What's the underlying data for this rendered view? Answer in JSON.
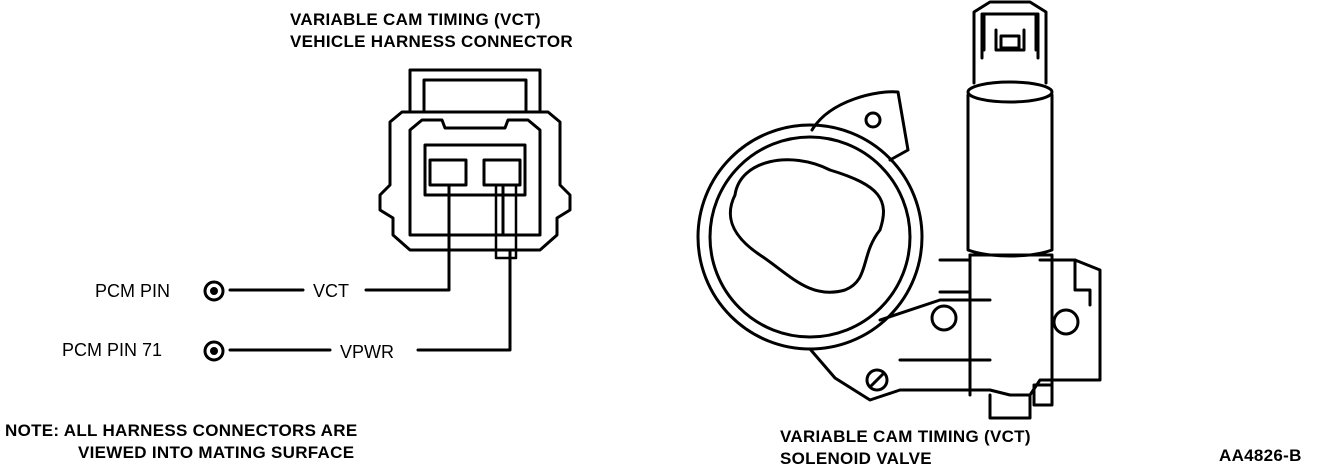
{
  "connector": {
    "title_line1": "VARIABLE CAM TIMING (VCT)",
    "title_line2": "VEHICLE HARNESS CONNECTOR"
  },
  "pins": [
    {
      "pin_label": "PCM PIN",
      "signal": "VCT"
    },
    {
      "pin_label": "PCM PIN 71",
      "signal": "VPWR"
    }
  ],
  "note": {
    "line1": "NOTE: ALL HARNESS CONNECTORS ARE",
    "line2": "VIEWED INTO MATING SURFACE"
  },
  "solenoid": {
    "title_line1": "VARIABLE CAM TIMING (VCT)",
    "title_line2": "SOLENOID VALVE"
  },
  "figure_id": "AA4826-B"
}
